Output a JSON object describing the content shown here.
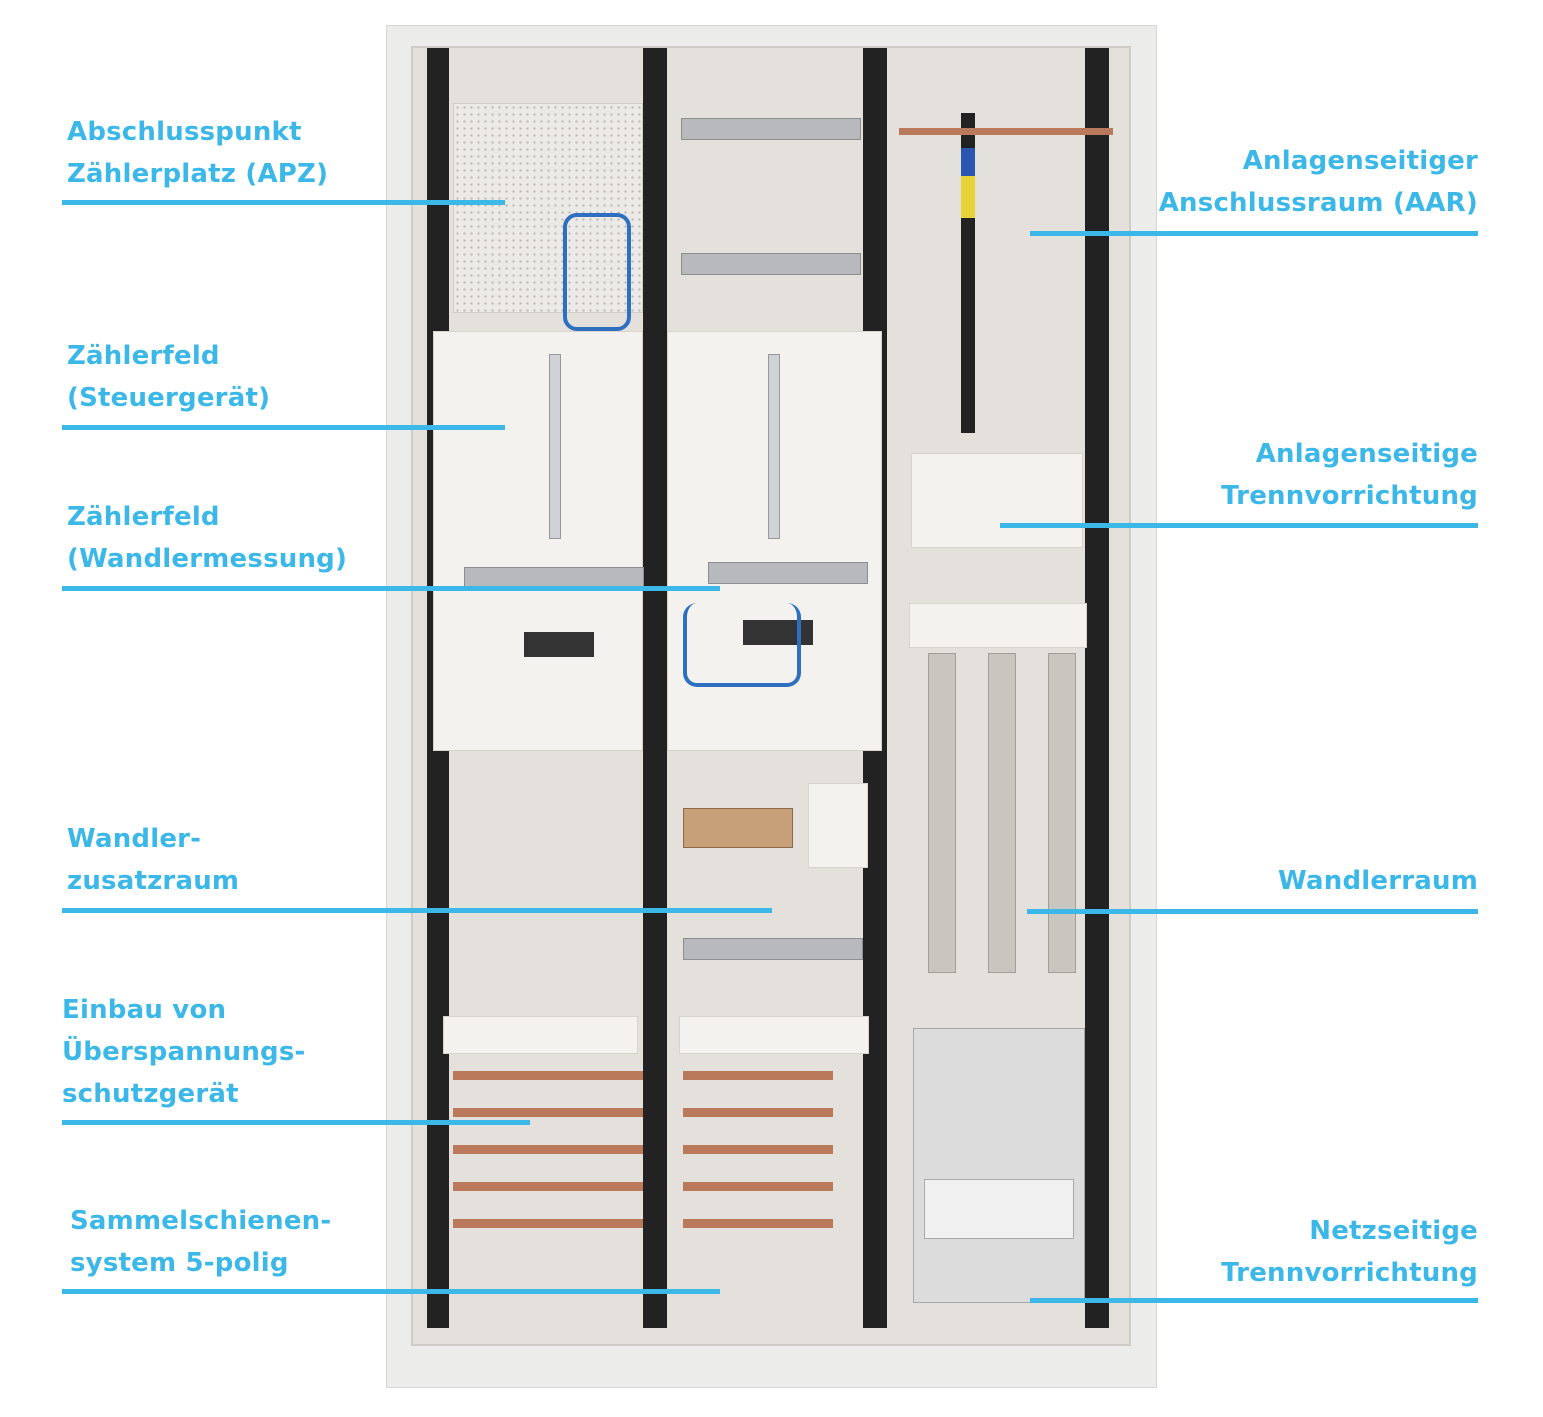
{
  "colors": {
    "accent": "#3cb8e8"
  },
  "labels_left": [
    {
      "id": "apz",
      "lines": [
        "Abschlusspunkt",
        "Zählerplatz (APZ)"
      ]
    },
    {
      "id": "zaehlerfeld-steuergeraet",
      "lines": [
        "Zählerfeld",
        "(Steuergerät)"
      ]
    },
    {
      "id": "zaehlerfeld-wandlermessung",
      "lines": [
        "Zählerfeld",
        "(Wandlermessung)"
      ]
    },
    {
      "id": "wandlerzusatzraum",
      "lines": [
        "Wandler-",
        "zusatzraum"
      ]
    },
    {
      "id": "ueberspannungsschutz",
      "lines": [
        "Einbau von",
        "Überspannungs-",
        "schutzgerät"
      ]
    },
    {
      "id": "sammelschienen",
      "lines": [
        "Sammelschienen-",
        "system 5-polig"
      ]
    }
  ],
  "labels_right": [
    {
      "id": "aar",
      "lines": [
        "Anlagenseitiger",
        "Anschlussraum (AAR)"
      ]
    },
    {
      "id": "anlagenseitige-trennvorrichtung",
      "lines": [
        "Anlagenseitige",
        "Trennvorrichtung"
      ]
    },
    {
      "id": "wandlerraum",
      "lines": [
        "Wandlerraum"
      ]
    },
    {
      "id": "netzseitige-trennvorrichtung",
      "lines": [
        "Netzseitige",
        "Trennvorrichtung"
      ]
    }
  ]
}
